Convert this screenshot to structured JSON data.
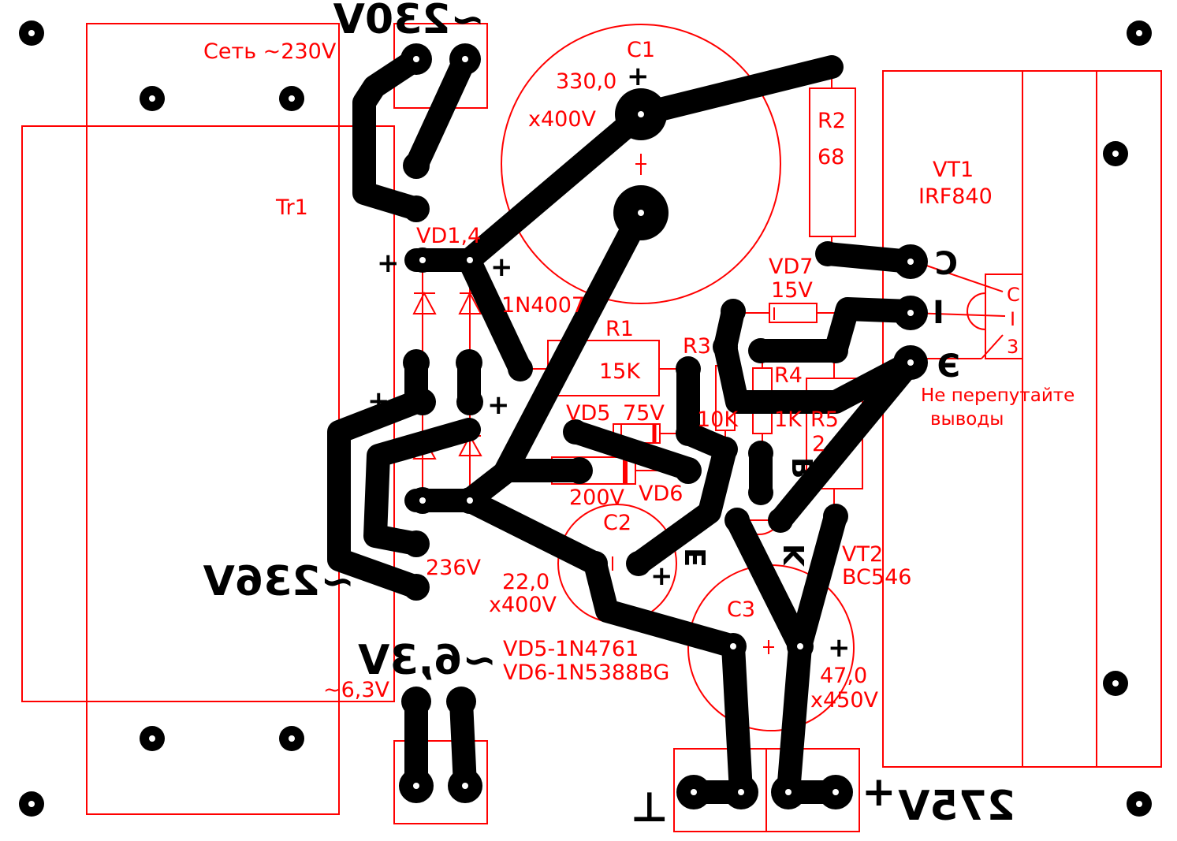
{
  "colors": {
    "copper": "#000000",
    "silkscreen": "#ff0000",
    "board": "#ffffff"
  },
  "labels": {
    "mains": "Сеть ~230V",
    "tr1": "Tr1",
    "c1": "C1",
    "c1_val": "330,0",
    "c1_volt": "x400V",
    "r2": "R2",
    "r2_val": "68",
    "vt1": "VT1",
    "vt1_type": "IRF840",
    "vd14": "VD1,4",
    "vd14_type": "1N4007",
    "r1": "R1",
    "r1_val": "15K",
    "r3": "R3",
    "r3_val": "10K",
    "vd7": "VD7",
    "vd7_val": "15V",
    "r4": "R4",
    "r4_val": "1K",
    "r5": "R5",
    "r5_val": "2",
    "vd5": "VD5",
    "vd5_val": "75V",
    "vd6_val": "200V",
    "vd6": "VD6",
    "c2": "C2",
    "c2_val": "22,0",
    "c2_volt": "x400V",
    "c3": "C3",
    "c3_val": "47,0",
    "c3_volt": "x450V",
    "vt2": "VT2",
    "vt2_type": "BC546",
    "warning1": "Не перепутайте",
    "warning2": "выводы",
    "note1": "VD5-1N4761",
    "note2": "VD6-1N5388BG",
    "out236": "236V",
    "out63": "~6,3V",
    "pin_c": "C",
    "pin_i": "I",
    "pin_3": "3"
  },
  "copper_text": {
    "in230": "~230V",
    "out236": "~236V",
    "out63": "~6,3V",
    "out275": "275V",
    "pin_c": "C",
    "pin_i": "I",
    "pin_e": "Э",
    "pin_b": "B",
    "pin_e2": "E",
    "pin_k": "K",
    "plus": "+",
    "ground": "⊥"
  }
}
